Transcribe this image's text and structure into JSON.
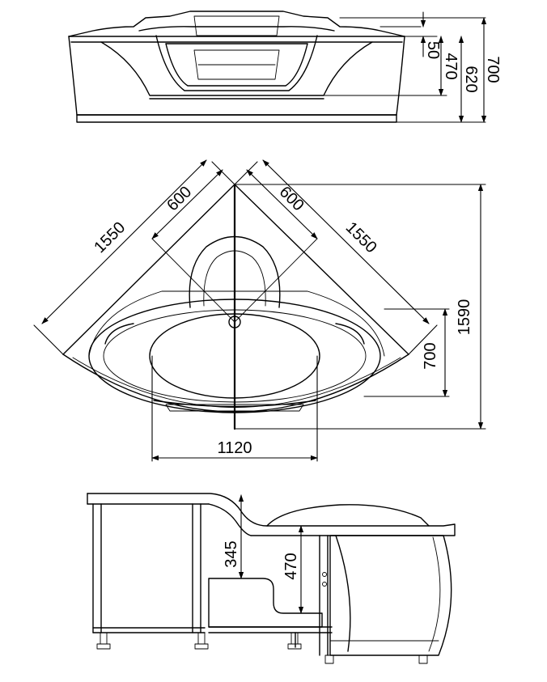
{
  "colors": {
    "line": "#000000",
    "background": "#ffffff"
  },
  "front_view": {
    "dim_50": "50",
    "dim_470": "470",
    "dim_620": "620",
    "dim_700": "700"
  },
  "plan_view": {
    "dim_1550_left": "1550",
    "dim_1550_right": "1550",
    "dim_600_left": "600",
    "dim_600_right": "600",
    "dim_1590": "1590",
    "dim_700": "700",
    "dim_1120": "1120"
  },
  "side_view": {
    "dim_345": "345",
    "dim_470": "470"
  }
}
